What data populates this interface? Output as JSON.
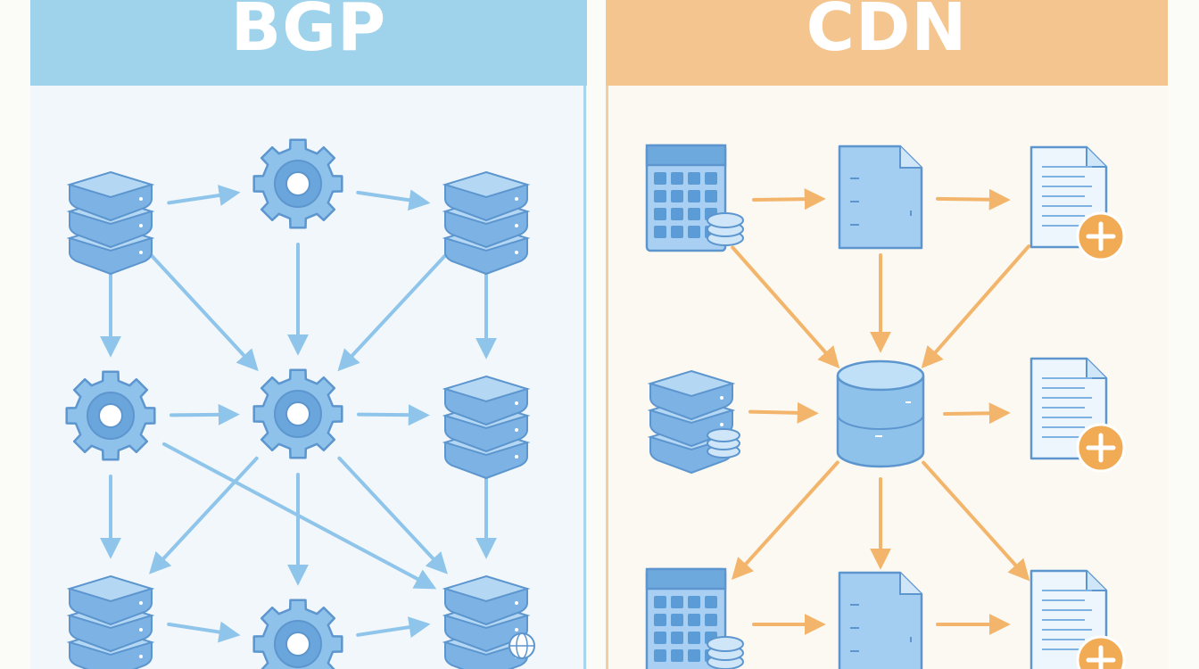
{
  "colors": {
    "bgp_header": "#9fd3ec",
    "cdn_header": "#f4c58e",
    "icon_fill": "#8ec2ea",
    "icon_stroke": "#5d96cf",
    "bgp_arrow": "#8fc5ea",
    "cdn_arrow": "#f3b56b",
    "plus_badge": "#f2ab55"
  },
  "bgp": {
    "title": "BGP",
    "nodes": [
      {
        "id": "b1",
        "kind": "server-stack",
        "icon": "server-stack-icon"
      },
      {
        "id": "b2",
        "kind": "gear",
        "icon": "gear-icon"
      },
      {
        "id": "b3",
        "kind": "server-stack",
        "icon": "server-stack-icon"
      },
      {
        "id": "b4",
        "kind": "gear",
        "icon": "gear-icon"
      },
      {
        "id": "b5",
        "kind": "gear",
        "icon": "gear-icon"
      },
      {
        "id": "b6",
        "kind": "server-stack",
        "icon": "server-stack-icon"
      },
      {
        "id": "b7",
        "kind": "server-stack",
        "icon": "server-stack-icon"
      },
      {
        "id": "b8",
        "kind": "gear",
        "icon": "gear-icon"
      },
      {
        "id": "b9",
        "kind": "server-stack",
        "icon": "server-stack-icon",
        "badge": "globe-icon"
      }
    ],
    "edges": [
      [
        "b1",
        "b2"
      ],
      [
        "b2",
        "b3"
      ],
      [
        "b1",
        "b4"
      ],
      [
        "b1",
        "b5"
      ],
      [
        "b2",
        "b5"
      ],
      [
        "b3",
        "b5"
      ],
      [
        "b3",
        "b6"
      ],
      [
        "b4",
        "b5"
      ],
      [
        "b5",
        "b6"
      ],
      [
        "b4",
        "b7"
      ],
      [
        "b5",
        "b8"
      ],
      [
        "b6",
        "b9"
      ],
      [
        "b4",
        "b9"
      ],
      [
        "b5",
        "b7"
      ],
      [
        "b7",
        "b8"
      ],
      [
        "b8",
        "b9"
      ],
      [
        "b5",
        "b9"
      ]
    ]
  },
  "cdn": {
    "title": "CDN",
    "nodes": [
      {
        "id": "c1",
        "kind": "spreadsheet",
        "icon": "spreadsheet-database-icon"
      },
      {
        "id": "c2",
        "kind": "document",
        "icon": "document-icon"
      },
      {
        "id": "c3",
        "kind": "document-plus",
        "icon": "add-document-icon"
      },
      {
        "id": "c4",
        "kind": "server-stack",
        "icon": "server-stack-icon",
        "badge": "coin-stack-icon"
      },
      {
        "id": "c5",
        "kind": "database",
        "icon": "database-icon"
      },
      {
        "id": "c6",
        "kind": "document-plus",
        "icon": "add-document-icon"
      },
      {
        "id": "c7",
        "kind": "spreadsheet",
        "icon": "spreadsheet-database-icon"
      },
      {
        "id": "c8",
        "kind": "document",
        "icon": "document-icon"
      },
      {
        "id": "c9",
        "kind": "document-plus",
        "icon": "add-document-icon"
      }
    ],
    "edges": [
      [
        "c1",
        "c2"
      ],
      [
        "c2",
        "c3"
      ],
      [
        "c1",
        "c5"
      ],
      [
        "c2",
        "c5"
      ],
      [
        "c3",
        "c5"
      ],
      [
        "c4",
        "c5"
      ],
      [
        "c5",
        "c6"
      ],
      [
        "c5",
        "c7"
      ],
      [
        "c5",
        "c8"
      ],
      [
        "c5",
        "c9"
      ],
      [
        "c7",
        "c8"
      ],
      [
        "c8",
        "c9"
      ]
    ]
  }
}
